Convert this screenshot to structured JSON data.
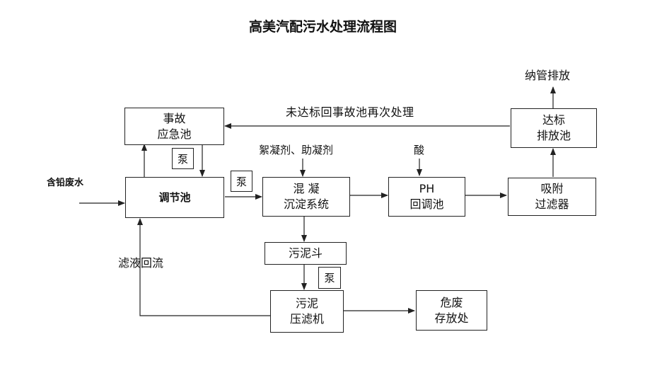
{
  "title": "高美汽配污水处理流程图",
  "nodes": {
    "accident_pool": [
      "事故",
      "应急池"
    ],
    "regulating_pool": [
      "调节池"
    ],
    "coagulation": [
      "混 凝",
      "沉淀系统"
    ],
    "ph_pool": [
      "PH",
      "回调池"
    ],
    "adsorption": [
      "吸附",
      "过滤器"
    ],
    "discharge_pool": [
      "达标",
      "排放池"
    ],
    "sludge_hopper": [
      "污泥斗"
    ],
    "filter_press": [
      "污泥",
      "压滤机"
    ],
    "hazardous_storage": [
      "危废",
      "存放处"
    ]
  },
  "pump_label": "泵",
  "labels": {
    "input": "含铅废水",
    "return_line": "未达标回事故池再次处理",
    "flocculant": "絮凝剂、助凝剂",
    "acid": "酸",
    "outlet": "纳管排放",
    "filtrate": "滤液回流"
  }
}
